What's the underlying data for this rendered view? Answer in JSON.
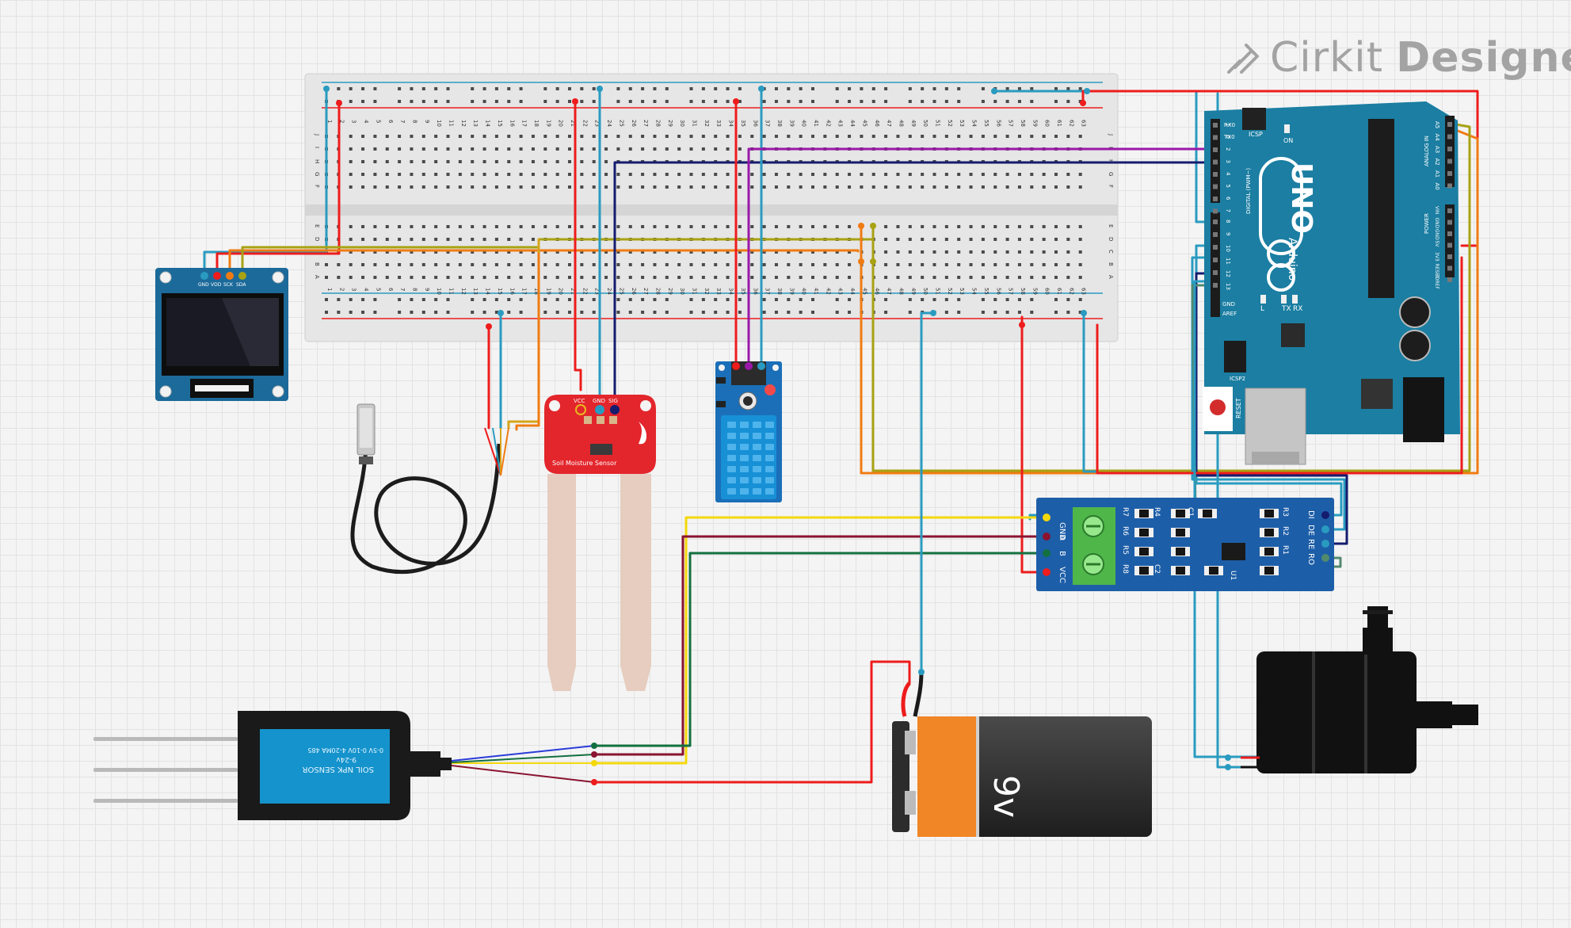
{
  "brand": {
    "name_light": "Cirkit",
    "name_bold": "Designer"
  },
  "breadboard": {
    "columns": [
      "1",
      "2",
      "3",
      "4",
      "5",
      "6",
      "7",
      "8",
      "9",
      "10",
      "11",
      "12",
      "13",
      "14",
      "15",
      "16",
      "17",
      "18",
      "19",
      "20",
      "21",
      "22",
      "23",
      "24",
      "25",
      "26",
      "27",
      "28",
      "29",
      "30",
      "31",
      "32",
      "33",
      "34",
      "35",
      "36",
      "37",
      "38",
      "39",
      "40",
      "41",
      "42",
      "43",
      "44",
      "45",
      "46",
      "47",
      "48",
      "49",
      "50",
      "51",
      "52",
      "53",
      "54",
      "55",
      "56",
      "57",
      "58",
      "59",
      "60",
      "61",
      "62",
      "63"
    ],
    "rows_top": [
      "J",
      "I",
      "H",
      "G",
      "F"
    ],
    "rows_bottom": [
      "E",
      "D",
      "C",
      "B",
      "A"
    ]
  },
  "oled": {
    "pins": [
      "GND",
      "VDD",
      "SCK",
      "SDA"
    ]
  },
  "soil_moisture": {
    "label": "Soil Moisture Sensor",
    "pins": [
      "VCC",
      "GND",
      "SIG"
    ]
  },
  "arduino": {
    "model": "UNO",
    "brand": "Arduino",
    "pwm_label": "DIGITAL (PWM~)",
    "analog_label": "ANALOG IN",
    "power_label": "POWER",
    "tx": "TX",
    "rx": "RX",
    "txo": "TX0",
    "rxi": "RX0",
    "led_l": "L",
    "on": "ON",
    "icsp": "ICSP",
    "icsp2": "ICSP2",
    "aref": "AREF",
    "gnd": "GND",
    "reset": "RESET",
    "digital_pins": [
      "1",
      "0",
      "2",
      "3",
      "4",
      "5",
      "6",
      "7",
      "8",
      "9",
      "10",
      "11",
      "12",
      "13"
    ],
    "analog_pins": [
      "A5",
      "A4",
      "A3",
      "A2",
      "A1",
      "A0"
    ],
    "power_pins": [
      "VIN",
      "GND",
      "GND",
      "5V",
      "3V3",
      "RESET",
      "IOREF"
    ]
  },
  "rs485": {
    "left_pins": [
      "GND",
      "A",
      "B",
      "VCC"
    ],
    "right_pins": [
      "DI",
      "DE",
      "RE",
      "RO"
    ],
    "parts": [
      "R7",
      "R6",
      "R5",
      "R4",
      "R3",
      "R2",
      "R1",
      "R8",
      "C1",
      "C2",
      "U1"
    ]
  },
  "npk": {
    "title": "SOIL NPK SENSOR",
    "voltage": "9-24v",
    "outputs": "0-5V  0-10V  4-20MA  485"
  },
  "battery": {
    "label": "9v"
  },
  "colors": {
    "red": "#ee1c1c",
    "cyan": "#2a9bc0",
    "orange": "#f07b12",
    "olive": "#a8a214",
    "navy": "#141c6e",
    "purple": "#9a18a8",
    "yellow": "#f4d80c",
    "maroon": "#8a1330",
    "green": "#137040",
    "board_blue": "#1b7ea2",
    "sensor_red": "#e3262c",
    "dht_blue": "#1790d6"
  }
}
